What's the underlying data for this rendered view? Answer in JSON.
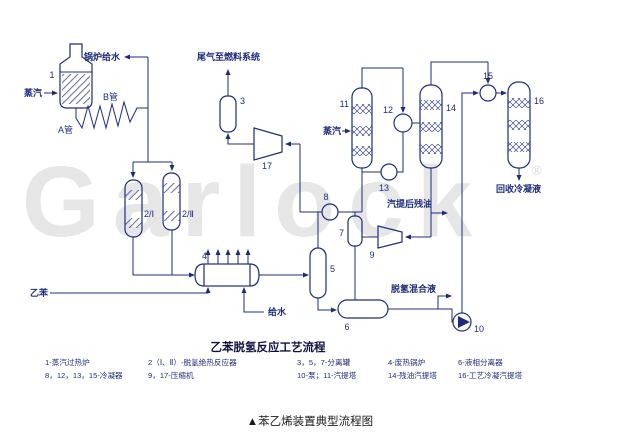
{
  "watermark": {
    "text": "Garlock",
    "registered": "®"
  },
  "streams": {
    "steam_left": "蒸汽",
    "boiler_feed_water": "锅炉给水",
    "tube_a": "A管",
    "tube_b": "B管",
    "tail_gas_to_fuel": "尾气至燃料系统",
    "ethylbenzene": "乙苯",
    "feed_water": "给水",
    "steam_mid": "蒸汽",
    "stripped_residual_oil": "汽提后残油",
    "dehydrogenation_mixture": "脱氢混合液",
    "recovered_condensate": "回收冷凝液"
  },
  "equipment": {
    "e1": "1",
    "e2_1": "2/Ⅰ",
    "e2_2": "2/Ⅱ",
    "e3": "3",
    "e4": "4",
    "e5": "5",
    "e6": "6",
    "e7": "7",
    "e8": "8",
    "e9": "9",
    "e10": "10",
    "e11": "11",
    "e12": "12",
    "e13": "13",
    "e14": "14",
    "e15": "15",
    "e16": "16",
    "e17": "17"
  },
  "title": "乙苯脱氢反应工艺流程",
  "legend": {
    "row1": [
      "1-蒸汽过热炉",
      "2（Ⅰ、Ⅱ）-脱氢绝热反应器",
      "3，5，7-分离罐",
      "4-废热锅炉",
      "6-液相分离器"
    ],
    "row2": [
      "8，12，13，15-冷凝器",
      "9，17-压缩机",
      "10-泵；11-汽提塔",
      "14-残油汽提塔",
      "16-工艺冷凝汽提塔"
    ]
  },
  "caption": "▲苯乙烯装置典型流程图",
  "colors": {
    "line": "#1d2b7d",
    "label": "#1d2b7d",
    "watermark": "#e6e6e6"
  }
}
